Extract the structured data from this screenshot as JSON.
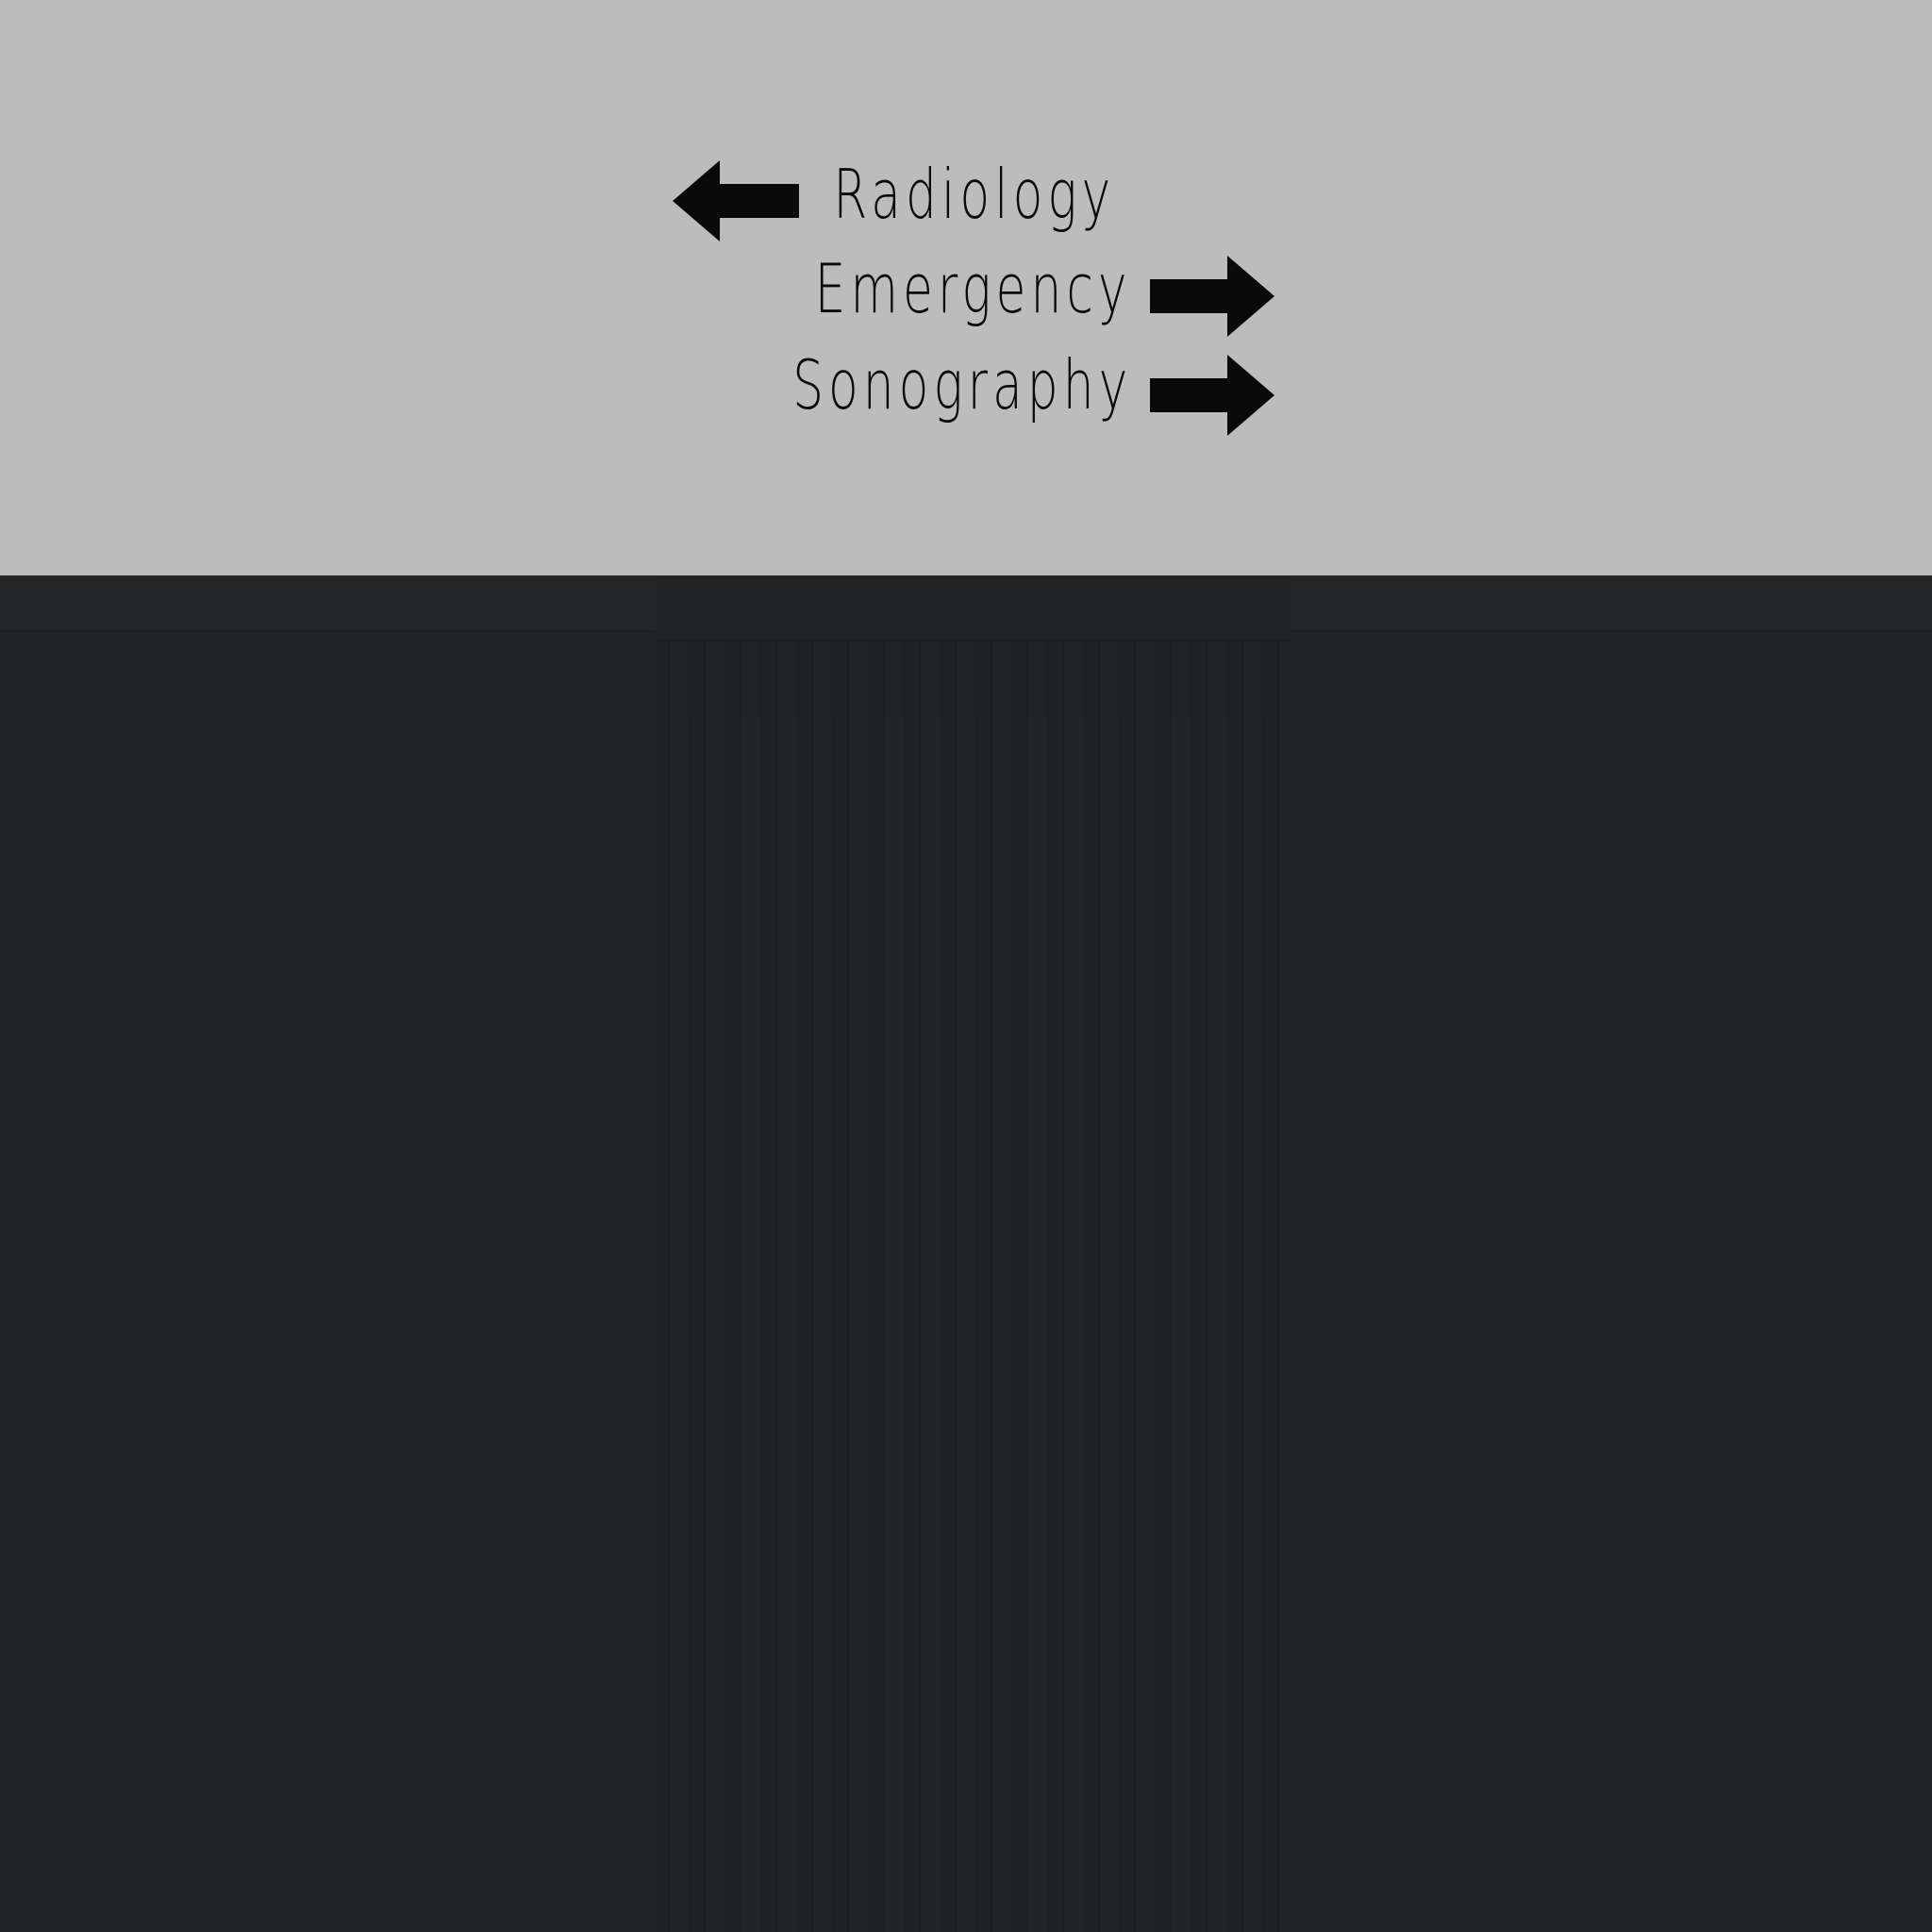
{
  "signs": [
    {
      "label": "Radiology",
      "direction": "left",
      "arrow_icon": "arrow-left-icon"
    },
    {
      "label": "Emergency",
      "direction": "right",
      "arrow_icon": "arrow-right-icon"
    },
    {
      "label": "Sonography",
      "direction": "right",
      "arrow_icon": "arrow-right-icon"
    }
  ],
  "colors": {
    "sign_background": "#bcbcbc",
    "sign_text": "#0a0a0a",
    "floor": "#222325"
  }
}
